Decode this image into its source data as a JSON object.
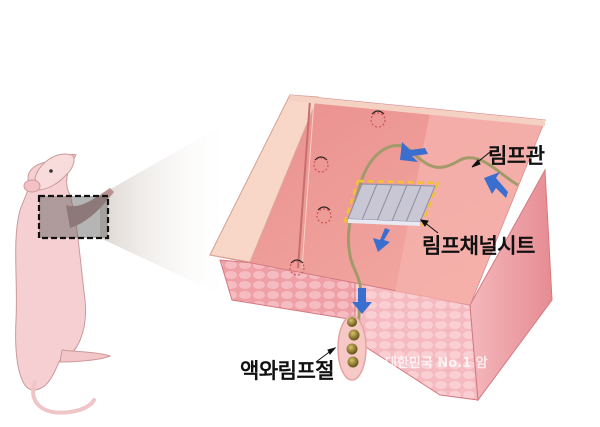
{
  "figure": {
    "title": "Lymph channel sheet implantation in mouse axillary region",
    "labels": {
      "lymphatic_vessel": "림프관",
      "lymph_channel_sheet": "림프채널시트",
      "axillary_lymph_node": "액와림프절"
    },
    "watermark": "대한민국 No.1 암",
    "elements": {
      "mouse": "hairless-mouse-icon",
      "inset_box": "dashed-selection-box",
      "skin_block": "skin-tissue-cross-section",
      "sutures": 4,
      "flow_arrows": 4
    },
    "colors": {
      "skin_top": "#f0a3a0",
      "skin_edge": "#f7d6c8",
      "dermis": "#ee9a9f",
      "fat_layer": "#f3b6bd",
      "arrow": "#3a6fcf",
      "vessel": "#a39a6a",
      "sheet": "#c7c9d6",
      "sheet_border": "#f1c232",
      "node": "#8a7a2c",
      "mouse": "#f6d0d2"
    }
  }
}
